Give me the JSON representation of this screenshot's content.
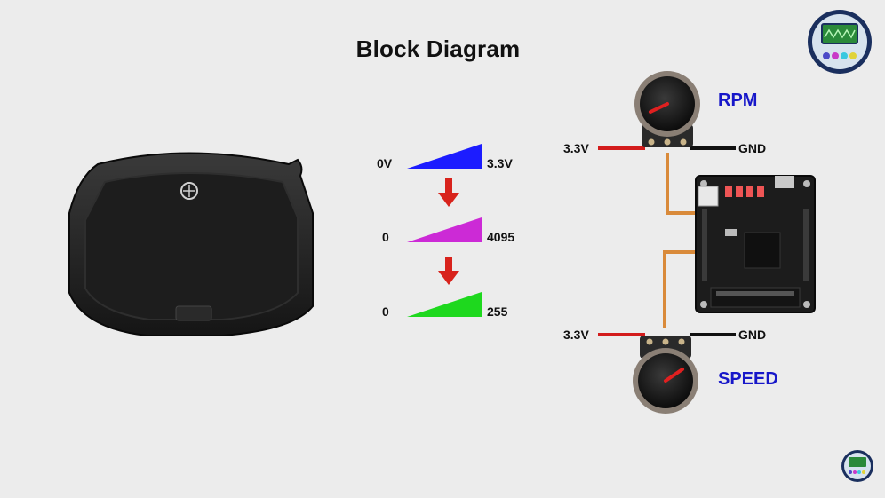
{
  "title": "Block Diagram",
  "ramps": [
    {
      "min": "0V",
      "max": "3.3V",
      "color": "#1c1cff"
    },
    {
      "min": "0",
      "max": "4095",
      "color": "#cc2ad6"
    },
    {
      "min": "0",
      "max": "255",
      "color": "#1ed81e"
    }
  ],
  "arrow_color": "#d8231c",
  "knobs": {
    "rpm": {
      "label": "RPM",
      "vcc": "3.3V",
      "gnd": "GND"
    },
    "speed": {
      "label": "SPEED",
      "vcc": "3.3V",
      "gnd": "GND"
    }
  },
  "colors": {
    "knob_label": "#1717c9",
    "wire_vcc": "#d31c1c",
    "wire_gnd": "#111111",
    "wire_signal": "#d98a3a",
    "board": "#1c1c1c"
  },
  "icons": {
    "logo_top": "oscilloscope-logo-icon",
    "logo_bottom": "oscilloscope-logo-icon"
  }
}
